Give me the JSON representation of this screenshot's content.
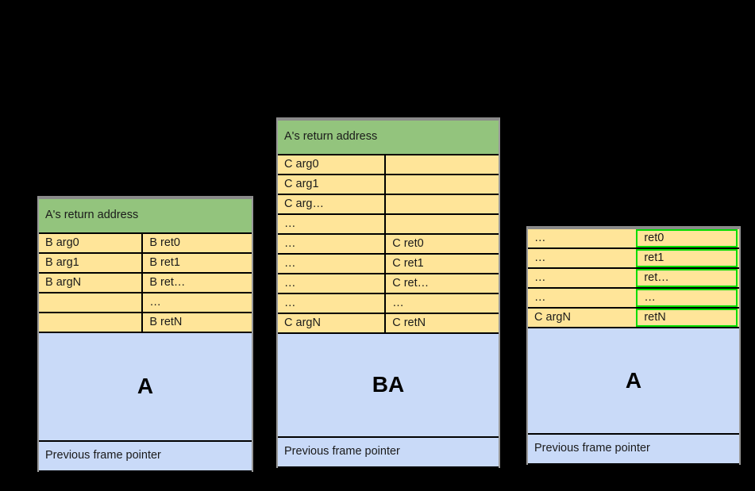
{
  "diagrams": [
    {
      "id": "left",
      "name": "stack-frame-a",
      "header": "A's return address",
      "rows": [
        {
          "left": "B arg0",
          "right": "B ret0"
        },
        {
          "left": "B arg1",
          "right": "B ret1"
        },
        {
          "left": "B argN",
          "right": "B ret…"
        },
        {
          "left": "",
          "right": "…"
        },
        {
          "left": "",
          "right": "B retN"
        }
      ],
      "body_label": "A",
      "frame_pointer": "Previous frame pointer",
      "highlight_right_column": false,
      "left_col_width_pct": 49
    },
    {
      "id": "middle",
      "name": "stack-frame-ba",
      "header": "A's return address",
      "rows": [
        {
          "left": "C arg0",
          "right": ""
        },
        {
          "left": "C arg1",
          "right": ""
        },
        {
          "left": "C arg…",
          "right": ""
        },
        {
          "left": "…",
          "right": ""
        },
        {
          "left": "…",
          "right": "C ret0"
        },
        {
          "left": "…",
          "right": "C ret1"
        },
        {
          "left": "…",
          "right": "C ret…"
        },
        {
          "left": "…",
          "right": "…"
        },
        {
          "left": "C argN",
          "right": "C retN"
        }
      ],
      "body_label": "BA",
      "frame_pointer": "Previous frame pointer",
      "highlight_right_column": false,
      "left_col_width_pct": 49
    },
    {
      "id": "right",
      "name": "stack-frame-a-returned",
      "header": null,
      "rows": [
        {
          "left": "…",
          "right": "ret0"
        },
        {
          "left": "…",
          "right": "ret1"
        },
        {
          "left": "…",
          "right": "ret…"
        },
        {
          "left": "…",
          "right": "…"
        },
        {
          "left": "C argN",
          "right": "retN"
        }
      ],
      "body_label": "A",
      "frame_pointer": "Previous frame pointer",
      "highlight_right_column": true,
      "left_col_width_pct": 52
    }
  ],
  "colors": {
    "background": "#000000",
    "header_green": "#93c47d",
    "args_yellow": "#ffe599",
    "body_blue": "#c9daf8",
    "border_black": "#000000",
    "highlight_green": "#00dd00",
    "frame_edge_gray": "#8a8a8a"
  }
}
